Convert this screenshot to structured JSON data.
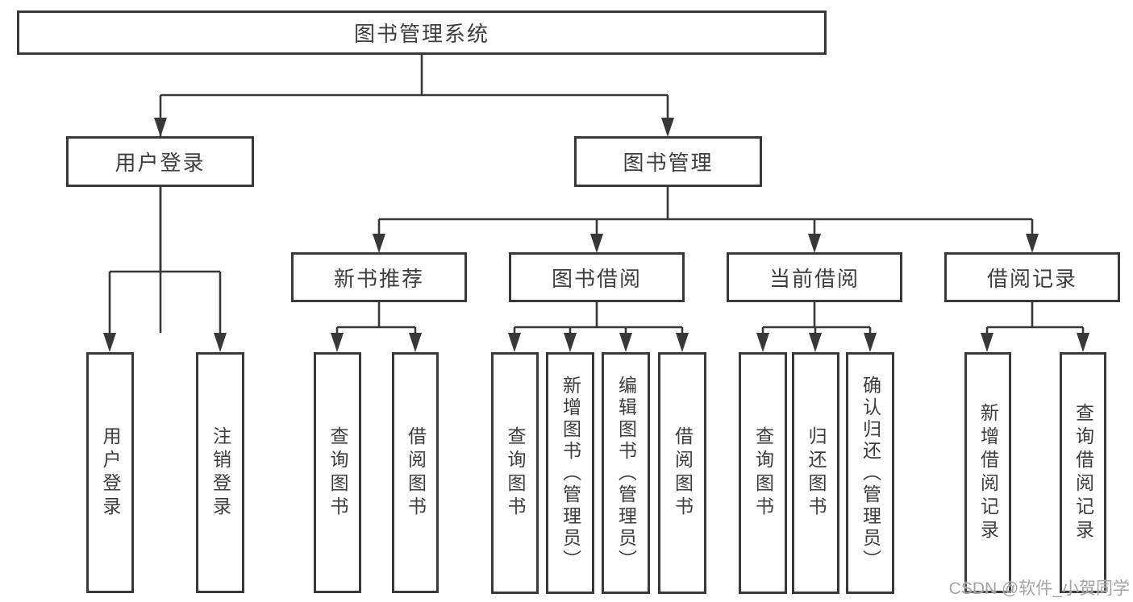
{
  "tree": {
    "root": {
      "label": "图书管理系统"
    },
    "branches": [
      {
        "label": "用户登录",
        "children": [
          {
            "label": "用户登录"
          },
          {
            "label": "注销登录"
          }
        ]
      },
      {
        "label": "图书管理",
        "groups": [
          {
            "label": "新书推荐",
            "children": [
              {
                "label": "查询图书"
              },
              {
                "label": "借阅图书"
              }
            ]
          },
          {
            "label": "图书借阅",
            "children": [
              {
                "label": "查询图书"
              },
              {
                "label": "新增图书（管理员）"
              },
              {
                "label": "编辑图书（管理员）"
              },
              {
                "label": "借阅图书"
              }
            ]
          },
          {
            "label": "当前借阅",
            "children": [
              {
                "label": "查询图书"
              },
              {
                "label": "归还图书"
              },
              {
                "label": "确认归还（管理员）"
              }
            ]
          },
          {
            "label": "借阅记录",
            "children": [
              {
                "label": "新增借阅记录"
              },
              {
                "label": "查询借阅记录"
              }
            ]
          }
        ]
      }
    ]
  },
  "watermark": {
    "text": "CSDN @软件_小贺同学"
  },
  "colors": {
    "line": "#383838",
    "text": "#3d3d3d",
    "watermark": "#a3a3a3",
    "background": "#ffffff"
  }
}
